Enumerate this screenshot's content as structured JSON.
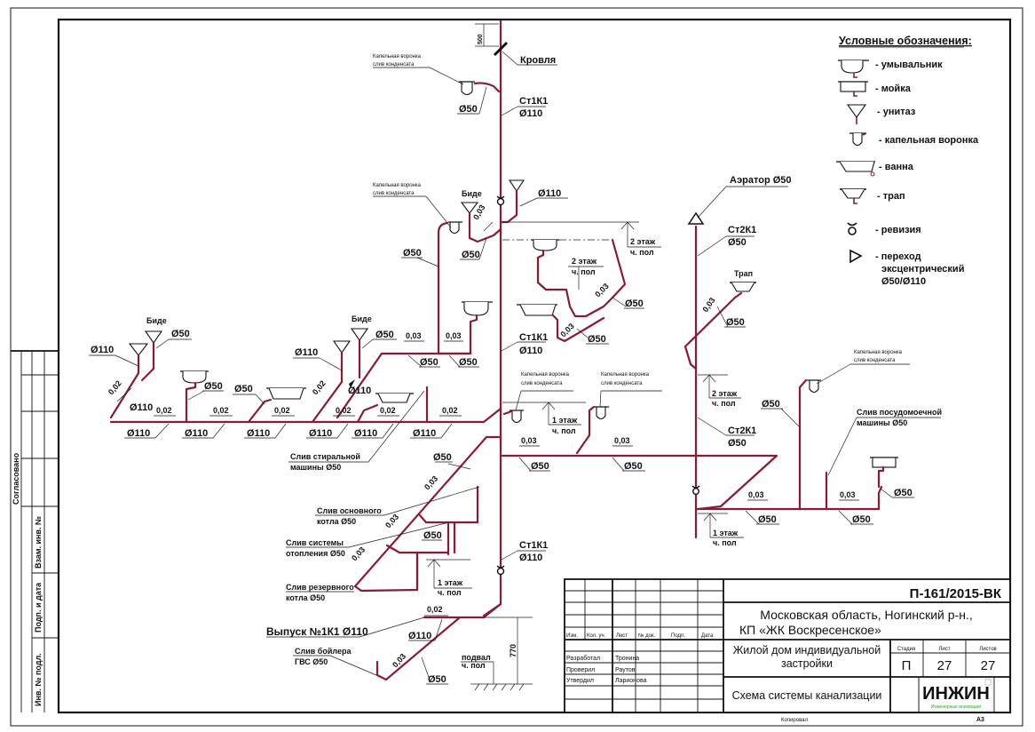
{
  "colors": {
    "pipe": "#8a1a35",
    "logo_green": "#2aa52a",
    "ink": "#111111"
  },
  "legend": {
    "title": "Условные обозначения:",
    "items": [
      {
        "icon": "washbasin-icon",
        "label": "- умывальник"
      },
      {
        "icon": "sink-icon",
        "label": "- мойка"
      },
      {
        "icon": "toilet-icon",
        "label": "- унитаз"
      },
      {
        "icon": "drip-funnel-icon",
        "label": "- капельная воронка"
      },
      {
        "icon": "bathtub-icon",
        "label": "- ванна"
      },
      {
        "icon": "floor-drain-icon",
        "label": "- трап"
      },
      {
        "icon": "revision-icon",
        "label": "- ревизия"
      },
      {
        "icon": "eccentric-reducer-icon",
        "label": "- переход",
        "label2": "эксцентрический",
        "label3": "Ø50/Ø110"
      }
    ]
  },
  "labels": {
    "roof": "Кровля",
    "roof_dim": "500",
    "riser1": "Ст1К1",
    "riser2": "Ст2К1",
    "d110": "Ø110",
    "d50": "Ø50",
    "slope002": "0,02",
    "slope003": "0,03",
    "bidet": "Биде",
    "trap": "Трап",
    "aerator": "Аэратор Ø50",
    "funnel_line1": "Капельная воронка",
    "funnel_line2": "слив конденсата",
    "floor2": "2 этаж",
    "floor1": "1 этаж",
    "floor_mark": "ч. пол",
    "basement": "подвал",
    "basement_dim": "770",
    "washing_machine_1": "Слив стиральной",
    "washing_machine_2": "машины  Ø50",
    "dishwasher_1": "Слив посудомоечной",
    "dishwasher_2": "машины  Ø50",
    "main_boiler_1": "Слив основного",
    "main_boiler_2": "котла  Ø50",
    "heating_1": "Слив системы",
    "heating_2": "отопления  Ø50",
    "reserve_boiler_1": "Слив резервного",
    "reserve_boiler_2": "котла  Ø50",
    "outlet": "Выпуск №1К1 Ø110",
    "dhw_boiler_1": "Слив бойлера",
    "dhw_boiler_2": "ГВС  Ø50"
  },
  "side_stamp": {
    "agreed": "Согласовано",
    "inv_replace": "Взам. инв. №",
    "sign_date": "Подп. и дата",
    "inv_orig": "Инв. № подл."
  },
  "title_block": {
    "doc_code": "П-161/2015-ВК",
    "location_1": "Московская область, Ногинский р-н.,",
    "location_2": "КП «ЖК Воскресенское»",
    "object_1": "Жилой дом индивидуальной",
    "object_2": "застройки",
    "sheet_title": "Схема системы канализации",
    "columns": [
      "Изм.",
      "Кол. уч.",
      "Лист",
      "№ док.",
      "Подп.",
      "Дата"
    ],
    "roles": [
      {
        "role": "Разработал",
        "name": "Тронина"
      },
      {
        "role": "Проверил",
        "name": "Раутов"
      },
      {
        "role": "Утвердил",
        "name": "Ларионова"
      }
    ],
    "stage_label": "Стадия",
    "sheet_label": "Лист",
    "sheets_label": "Листов",
    "stage": "П",
    "sheet": "27",
    "sheets": "27",
    "logo": "ИНЖИН",
    "logo_sub": "Инженерные инновации",
    "copied": "Копировал",
    "format": "A3"
  }
}
